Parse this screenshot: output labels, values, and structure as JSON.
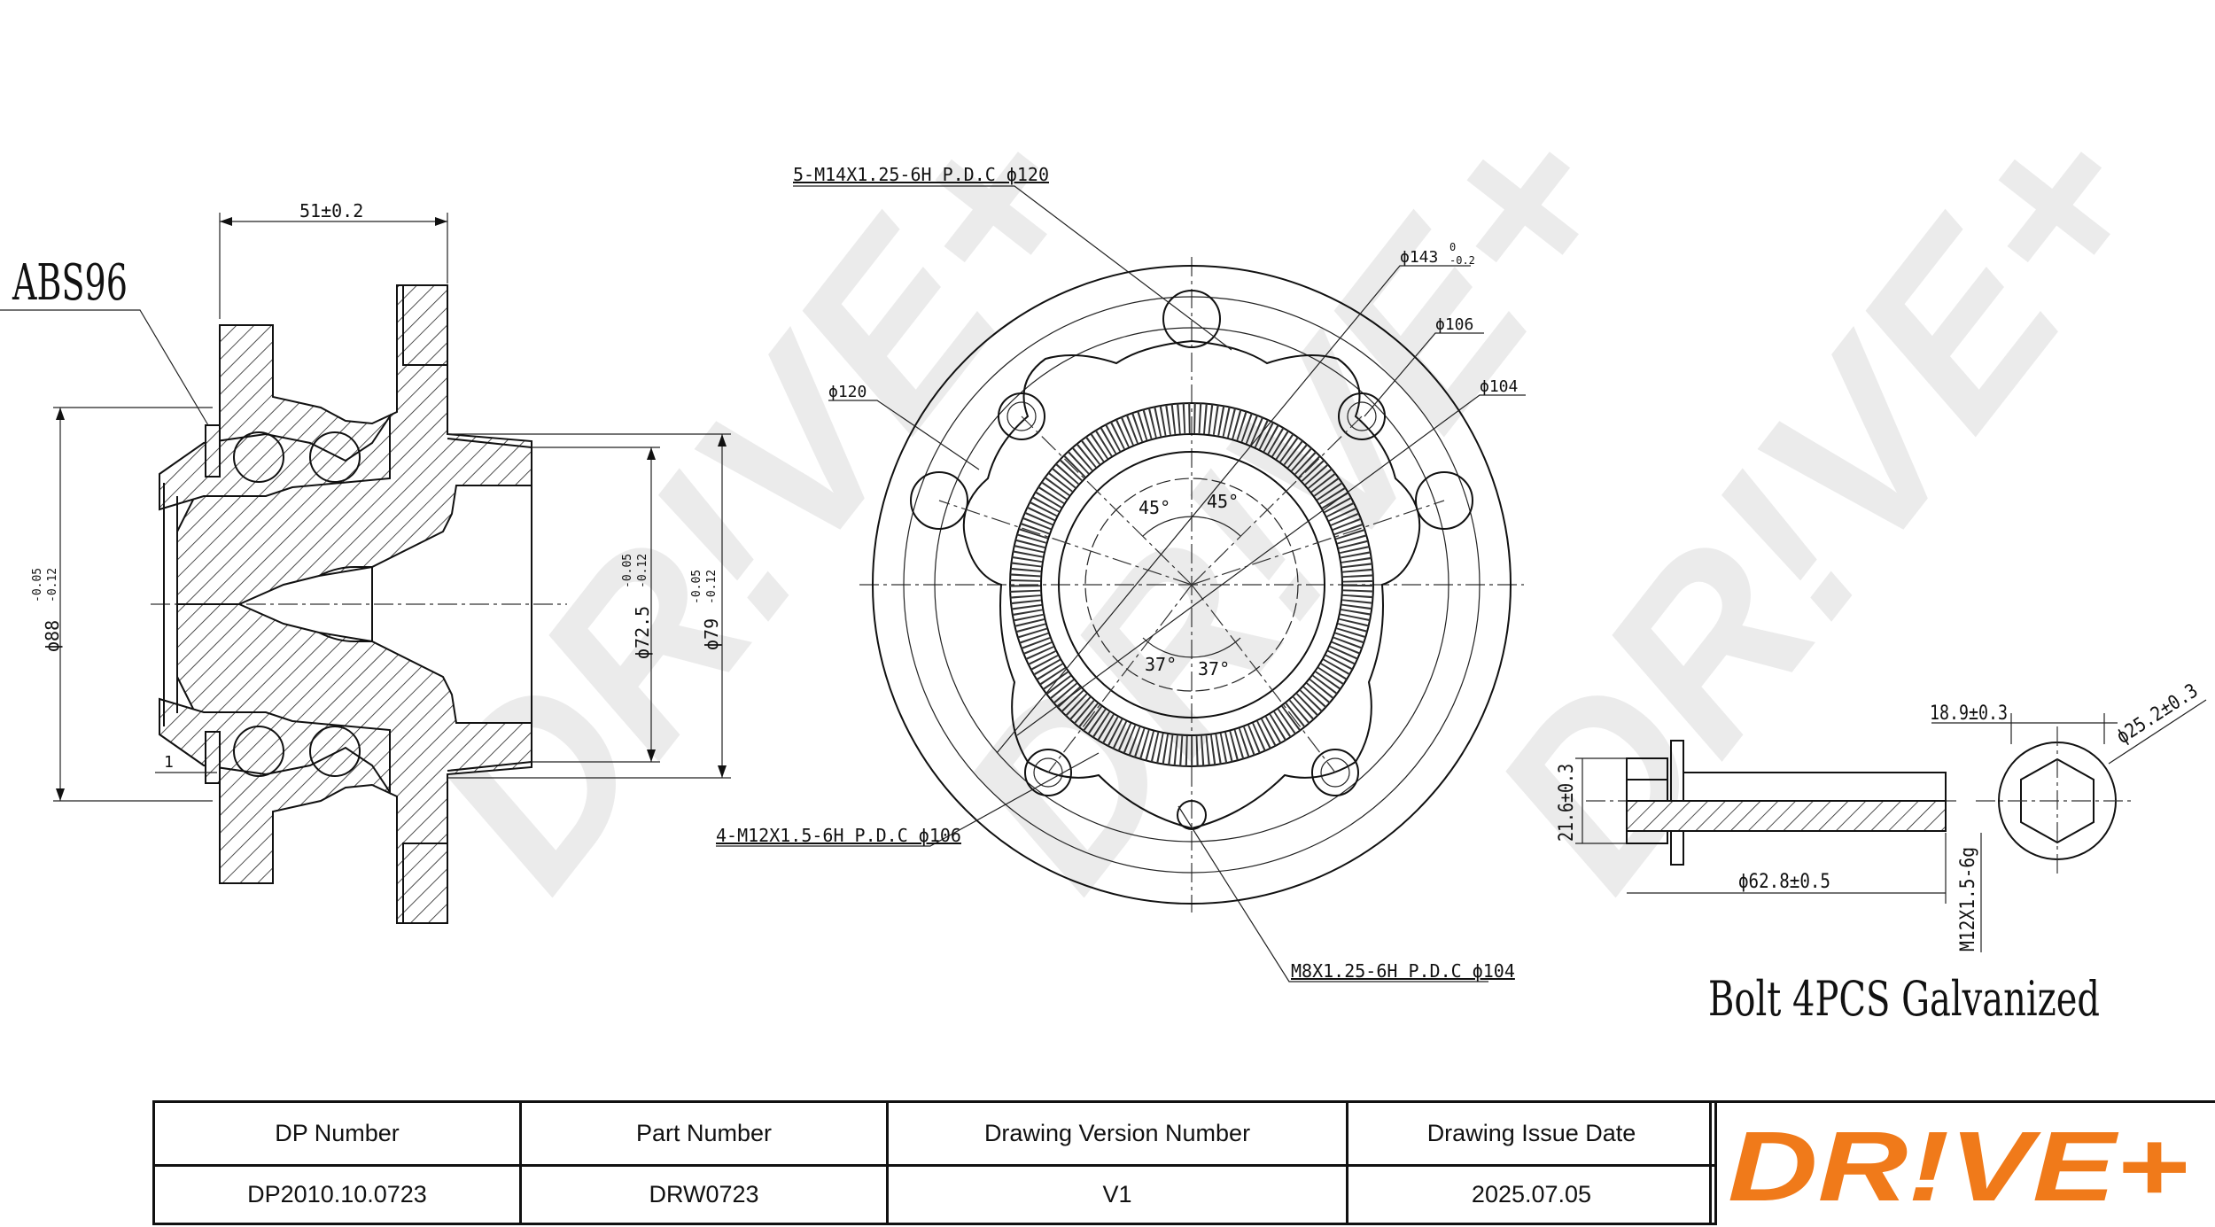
{
  "annotations": {
    "abs": "ABS96",
    "width_dim": "51±0.2",
    "dia_left_outer": "ϕ88",
    "dia_left_outer_tol_upper": "-0.05",
    "dia_left_outer_tol_lower": "-0.12",
    "dia_hub_inner": "ϕ72.5",
    "dia_hub_inner_tol_upper": "-0.05",
    "dia_hub_inner_tol_lower": "-0.12",
    "dia_hub_outer": "ϕ79",
    "dia_hub_outer_tol_upper": "-0.05",
    "dia_hub_outer_tol_lower": "-0.12",
    "small_dim": "1",
    "thread_top": "5-M14X1.25-6H P.D.C ϕ120",
    "dia_143": "ϕ143",
    "dia_143_tol_upper": "0",
    "dia_143_tol_lower": "-0.2",
    "dia_106": "ϕ106",
    "dia_104": "ϕ104",
    "dia_120": "ϕ120",
    "angle_a": "45°",
    "angle_b": "45°",
    "angle_c": "37°",
    "angle_d": "37°",
    "thread_left": "4-M12X1.5-6H P.D.C ϕ106",
    "thread_bottom": "M8X1.25-6H P.D.C ϕ104",
    "bolt_head_dim": "18.9±0.3",
    "bolt_hex_dim": "ϕ25.2±0.3",
    "bolt_height_dim": "21.6±0.3",
    "bolt_length_dim": "ϕ62.8±0.5",
    "bolt_thread": "M12X1.5-6g",
    "bolt_note": "Bolt 4PCS Galvanized"
  },
  "watermark": "DR!VE+",
  "title_block": {
    "headers": [
      "DP Number",
      "Part Number",
      "Drawing Version Number",
      "Drawing Issue Date"
    ],
    "values": [
      "DP2010.10.0723",
      "DRW0723",
      "V1",
      "2025.07.05"
    ]
  },
  "logo": {
    "text": "DR!VE+",
    "color": "#f07a1a"
  }
}
